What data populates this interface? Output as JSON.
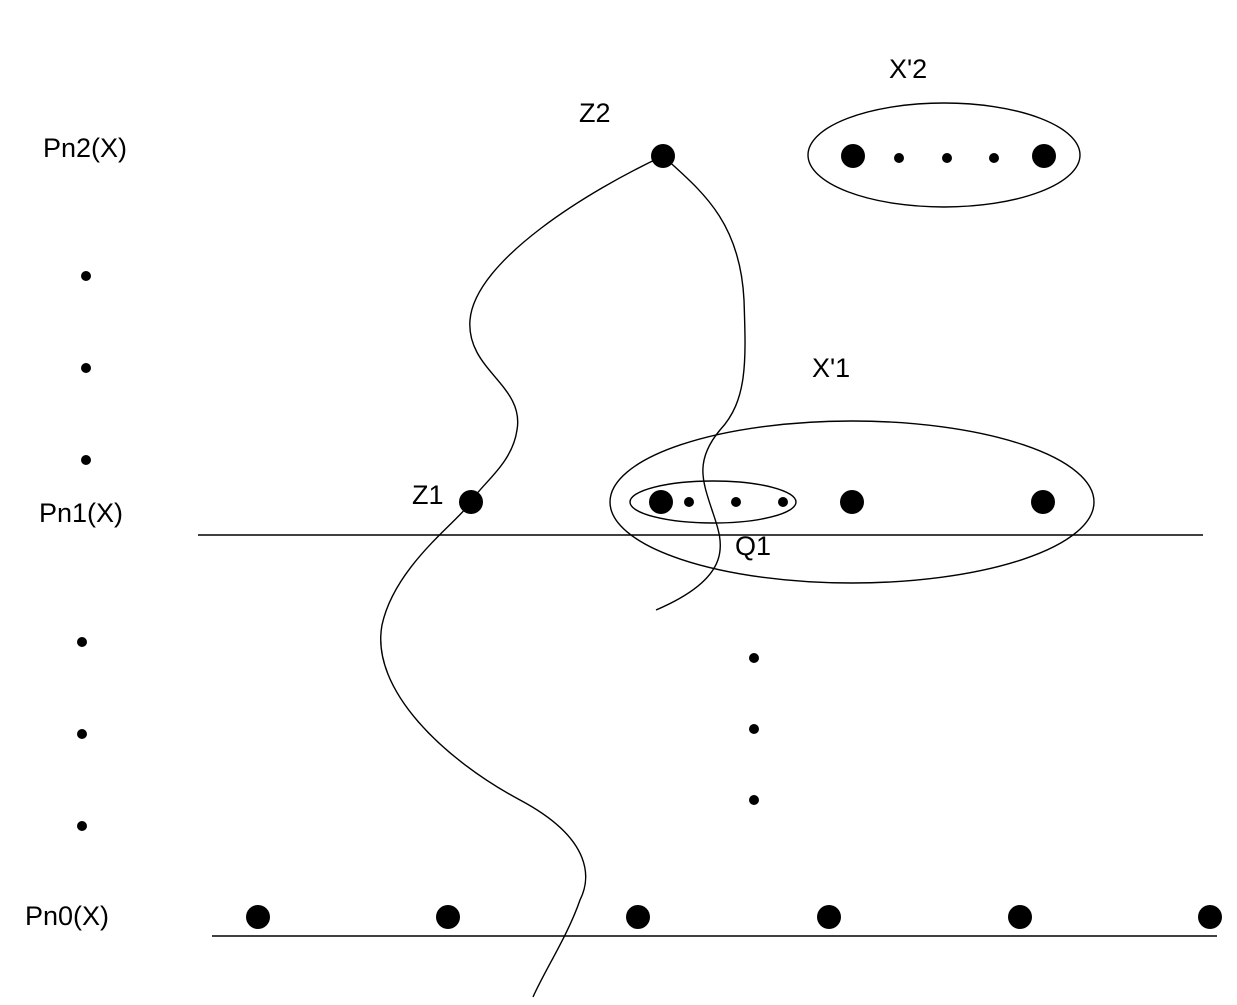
{
  "labels": {
    "pn2": "Pn2(X)",
    "pn1": "Pn1(X)",
    "pn0": "Pn0(X)",
    "z2": "Z2",
    "z1": "Z1",
    "x2prime": "X'2",
    "x1prime": "X'1",
    "q1": "Q1"
  }
}
